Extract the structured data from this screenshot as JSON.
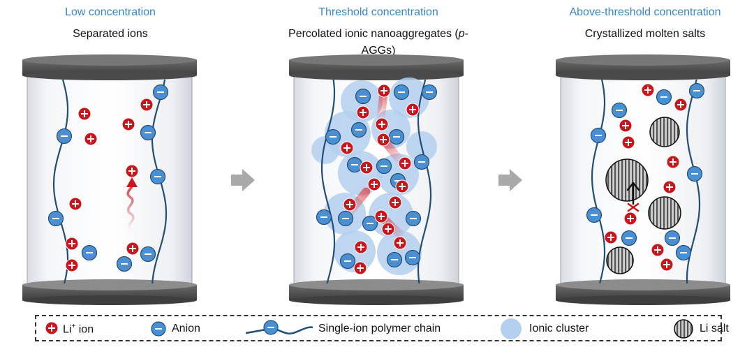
{
  "panels": [
    {
      "title": "Low concentration",
      "subtitle": "Separated ions"
    },
    {
      "title": "Threshold concentration",
      "subtitle_pre": "Percolated ionic nanoaggregates (",
      "subtitle_italic": "p",
      "subtitle_post": "-AGGs)"
    },
    {
      "title": "Above-threshold concentration",
      "subtitle": "Crystallized molten salts"
    }
  ],
  "legend": {
    "li_ion_pre": "Li",
    "li_ion_sup": "+",
    "li_ion_post": " ion",
    "anion": "Anion",
    "polymer_chain": "Single-ion polymer chain",
    "ionic_cluster": "Ionic cluster",
    "li_salt": "Li salt"
  },
  "colors": {
    "title_blue": "#3a86c8",
    "li_ion": "#c8161d",
    "anion": "#4b8fd0",
    "cluster": "#a8c8ea",
    "chain": "#1f4e79",
    "cap": "#555555"
  },
  "icons": [
    "plus-icon",
    "minus-icon",
    "arrow-right-icon"
  ]
}
